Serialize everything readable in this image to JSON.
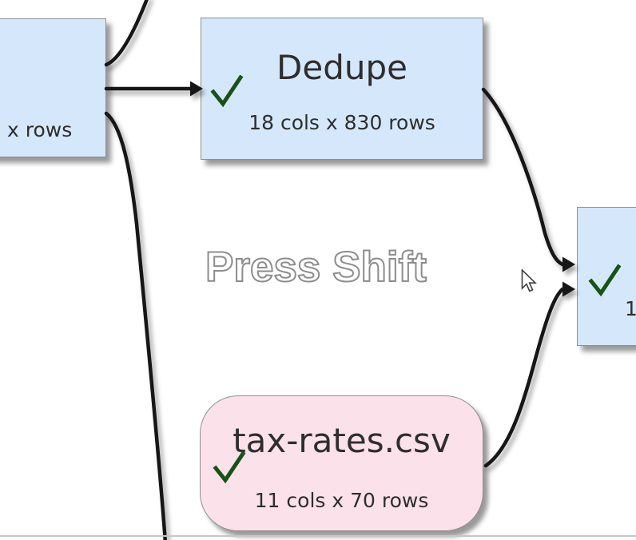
{
  "app": {
    "view": "transform-canvas"
  },
  "watermark": {
    "text": "Press Shift"
  },
  "nodes": {
    "left": {
      "subtitle": "x rows",
      "type": "transform-node",
      "shape": "rectangle"
    },
    "dedupe": {
      "title": "Dedupe",
      "subtitle": "18 cols x 830 rows",
      "status": "ok",
      "shape": "rectangle"
    },
    "right": {
      "subtitle": "1",
      "status": "ok",
      "shape": "rectangle"
    },
    "tax": {
      "title": "tax-rates.csv",
      "subtitle": "11 cols x 70 rows",
      "status": "ok",
      "shape": "rounded"
    }
  },
  "icons": {
    "check": "check-icon",
    "cursor": "mouse-cursor"
  },
  "colors": {
    "node_blue": "#d5e8fb",
    "node_pink": "#fbe1ea",
    "node_border": "#8f8f8f",
    "check_green": "#155415",
    "connector": "#141414",
    "text": "#2e2e2e",
    "watermark_outline": "#8c8c8c",
    "divider": "#c6c6c6",
    "canvas_bg": "#ffffff"
  }
}
